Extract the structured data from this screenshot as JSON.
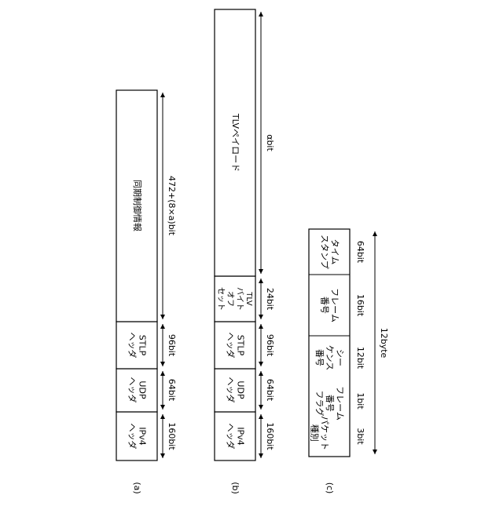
{
  "panel_a": {
    "caption": "(a)",
    "fields": [
      "IPv4\nヘッダ",
      "UDP\nヘッダ",
      "STLP\nヘッダ",
      "同期制御情報"
    ],
    "sizes": [
      "160bit",
      "64bit",
      "96bit",
      "472+(8×a)bit"
    ]
  },
  "panel_b": {
    "caption": "(b)",
    "fields": [
      "IPv4\nヘッダ",
      "UDP\nヘッダ",
      "STLP\nヘッダ",
      "TLV\nバイト\nオフ\nセット",
      "TLVペイロード"
    ],
    "sizes": [
      "160bit",
      "64bit",
      "96bit",
      "24bit",
      "αbit"
    ]
  },
  "panel_c": {
    "caption": "(c)",
    "fields": [
      "パケット\n種別",
      "フレーム\n番号\nフラグ",
      "シー\nケンス\n番号",
      "フレーム\n番号",
      "タイム\nスタンプ"
    ],
    "sizes": [
      "3bit",
      "1bit",
      "12bit",
      "16bit",
      "64bit"
    ],
    "total": "12byte"
  }
}
